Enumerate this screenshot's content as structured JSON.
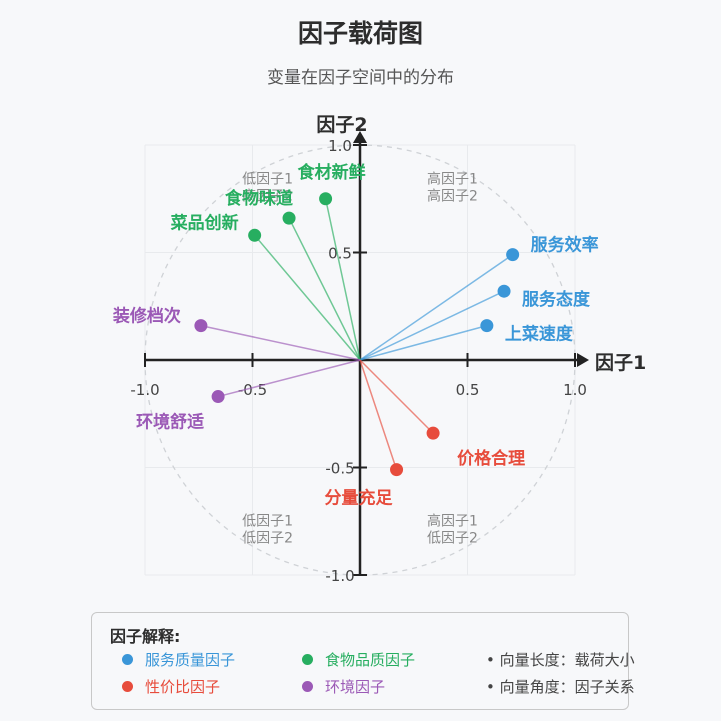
{
  "title": "因子载荷图",
  "subtitle": "变量在因子空间中的分布",
  "chart_data": {
    "type": "scatter",
    "xlabel": "因子1",
    "ylabel": "因子2",
    "xlim": [
      -1.0,
      1.0
    ],
    "ylim": [
      -1.0,
      1.0
    ],
    "xticks": [
      "-1.0",
      "-0.5",
      "0.5",
      "1.0"
    ],
    "yticks": [
      "1.0",
      "0.5",
      "-0.5",
      "-1.0"
    ],
    "unit_circle": true,
    "grid": true,
    "quadrant_labels": [
      {
        "lines": [
          "高因子1",
          "高因子2"
        ],
        "quadrant": "top-right"
      },
      {
        "lines": [
          "低因子1",
          "高因子2"
        ],
        "quadrant": "top-left"
      },
      {
        "lines": [
          "低因子1",
          "低因子2"
        ],
        "quadrant": "bottom-left"
      },
      {
        "lines": [
          "高因子1",
          "低因子2"
        ],
        "quadrant": "bottom-right"
      }
    ],
    "groups": [
      {
        "name": "服务质量因子",
        "color": "#3a96d8",
        "points": [
          {
            "label": "服务效率",
            "x": 0.71,
            "y": 0.49
          },
          {
            "label": "服务态度",
            "x": 0.67,
            "y": 0.32
          },
          {
            "label": "上菜速度",
            "x": 0.59,
            "y": 0.16
          }
        ]
      },
      {
        "name": "食物品质因子",
        "color": "#27ae60",
        "points": [
          {
            "label": "食材新鲜",
            "x": -0.16,
            "y": 0.75
          },
          {
            "label": "食物味道",
            "x": -0.33,
            "y": 0.66
          },
          {
            "label": "菜品创新",
            "x": -0.49,
            "y": 0.58
          }
        ]
      },
      {
        "name": "性价比因子",
        "color": "#e74c3c",
        "points": [
          {
            "label": "价格合理",
            "x": 0.34,
            "y": -0.34
          },
          {
            "label": "分量充足",
            "x": 0.17,
            "y": -0.51
          }
        ]
      },
      {
        "name": "环境因子",
        "color": "#9b59b6",
        "points": [
          {
            "label": "装修档次",
            "x": -0.74,
            "y": 0.16
          },
          {
            "label": "环境舒适",
            "x": -0.66,
            "y": -0.17
          }
        ]
      }
    ]
  },
  "legend": {
    "title": "因子解释:",
    "items": [
      "服务质量因子",
      "食物品质因子",
      "性价比因子",
      "环境因子"
    ],
    "notes": [
      "• 向量长度：载荷大小",
      "• 向量角度：因子关系"
    ]
  }
}
